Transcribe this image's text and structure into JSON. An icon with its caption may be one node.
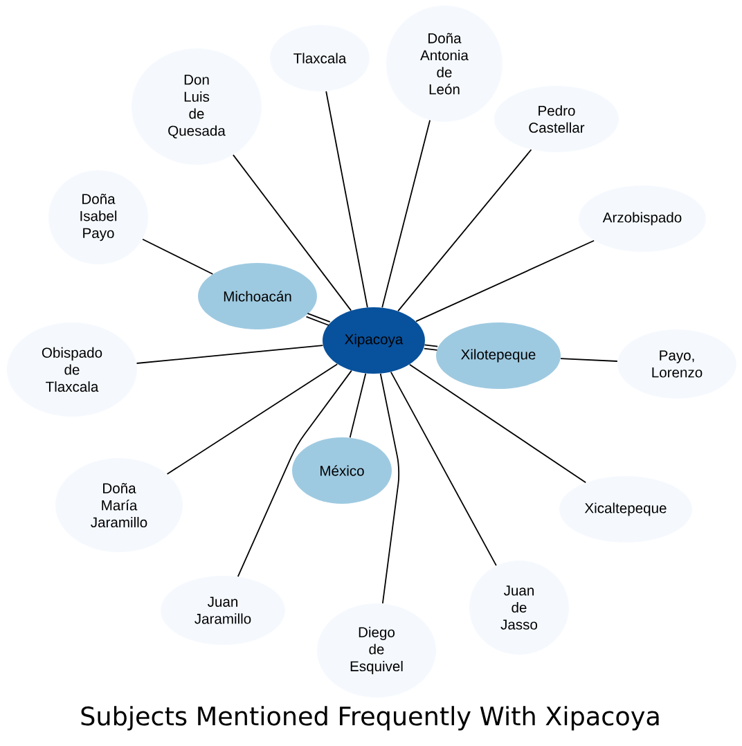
{
  "diagram": {
    "title": "Subjects Mentioned Frequently With Xipacoya",
    "nodes": [
      {
        "text": [
          "Tlaxcala"
        ]
      },
      {
        "text": [
          "Doña Antonia de León"
        ]
      },
      {
        "text": [
          "Don Luis de Quesada"
        ]
      },
      {
        "text": [
          "Pedro Castellar"
        ]
      },
      {
        "text": [
          "Doña Isabel Payo"
        ]
      },
      {
        "text": [
          "Arzobispado"
        ]
      },
      {
        "text": [
          "Michoacán"
        ]
      },
      {
        "text": [
          "Xipacoya"
        ]
      },
      {
        "text": [
          "Xilotepeque"
        ]
      },
      {
        "text": [
          "Payo, Lorenzo"
        ]
      },
      {
        "text": [
          "Obispado de Tlaxcala"
        ]
      },
      {
        "text": [
          "México"
        ]
      },
      {
        "text": [
          "Doña María Jaramillo"
        ]
      },
      {
        "text": [
          "Xicaltepeque"
        ]
      },
      {
        "text": [
          "Juan Jaramillo"
        ]
      },
      {
        "text": [
          "Juan de Jasso"
        ]
      },
      {
        "text": [
          "Diego de Esquivel"
        ]
      }
    ],
    "edges": [
      {
        "from": 7,
        "to": 0,
        "arrow": "none"
      },
      {
        "from": 7,
        "to": 1,
        "arrow": "none"
      },
      {
        "from": 7,
        "to": 2,
        "arrow": "none"
      },
      {
        "from": 7,
        "to": 3,
        "arrow": "none"
      },
      {
        "from": 6,
        "to": 4,
        "arrow": "none"
      },
      {
        "from": 7,
        "to": 5,
        "arrow": "none"
      },
      {
        "from": 7,
        "to": 6,
        "arrow": "none"
      },
      {
        "from": 7,
        "to": 6,
        "arrow": "none"
      },
      {
        "from": 7,
        "to": 8,
        "arrow": "none"
      },
      {
        "from": 7,
        "to": 8,
        "arrow": "none"
      },
      {
        "from": 8,
        "to": 9,
        "arrow": "none"
      },
      {
        "from": 7,
        "to": 10,
        "arrow": "none"
      },
      {
        "from": 7,
        "to": 11,
        "arrow": "none"
      },
      {
        "from": 7,
        "to": 12,
        "arrow": "none"
      },
      {
        "from": 7,
        "to": 13,
        "arrow": "none"
      },
      {
        "from": 7,
        "to": 14,
        "arrow": "none"
      },
      {
        "from": 7,
        "to": 15,
        "arrow": "none"
      },
      {
        "from": 7,
        "to": 16,
        "arrow": "none"
      }
    ]
  }
}
